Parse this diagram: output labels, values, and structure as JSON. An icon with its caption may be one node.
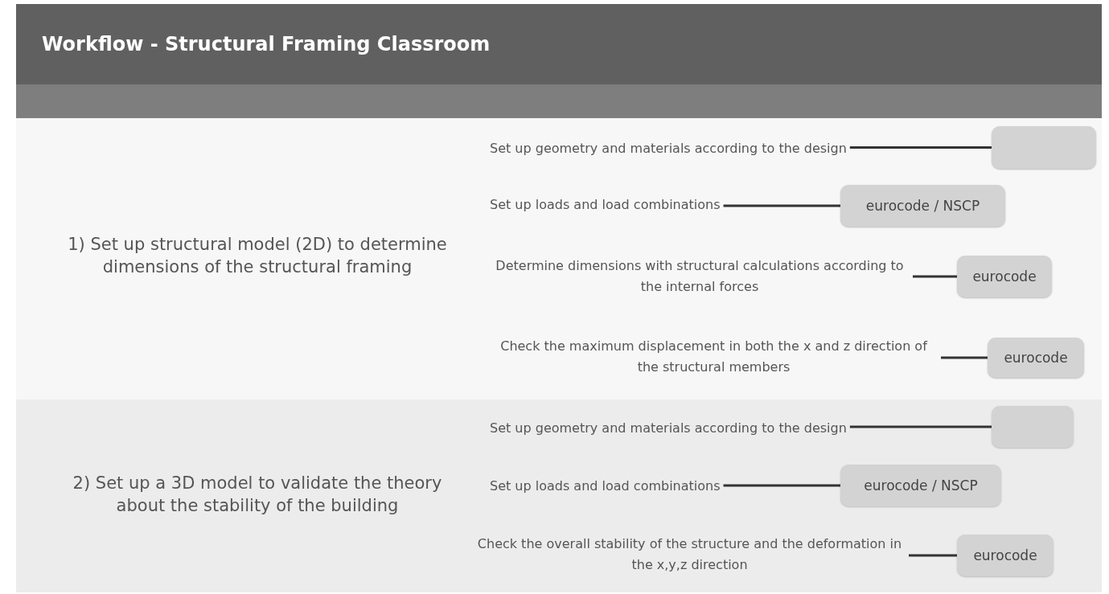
{
  "diagram": {
    "title": "Workflow - Structural Framing Classroom",
    "nodes": [
      {
        "text": [
          "1) Set up structural model (2D) to determine dimensions of the structural framing"
        ]
      },
      {
        "text": [
          "Set up geometry and materials according to the design"
        ],
        "in": 0
      },
      {
        "text": [],
        "shape": "box",
        "in": 0
      },
      {
        "text": [
          "Set up loads and load combinations"
        ],
        "in": 0
      },
      {
        "text": [
          "eurocode / NSCP"
        ],
        "in": 0
      },
      {
        "text": [
          "Determine dimensions with structural calculations according to the internal forces"
        ],
        "in": 0
      },
      {
        "text": [
          "eurocode"
        ],
        "in": 0
      },
      {
        "text": [
          "Check the maximum displacement in both the x and z direction of the structural members"
        ],
        "in": 0
      },
      {
        "text": [
          "eurocode"
        ],
        "in": 0
      },
      {
        "text": [
          "2) Set up a 3D model to validate the theory about the stability of the building"
        ]
      },
      {
        "text": [
          "Set up geometry and materials according to the design"
        ],
        "in": 9
      },
      {
        "text": [],
        "shape": "box",
        "in": 9
      },
      {
        "text": [
          "Set up loads and load combinations"
        ],
        "in": 9
      },
      {
        "text": [
          "eurocode / NSCP"
        ],
        "in": 9
      },
      {
        "text": [
          "Check the overall stability of the structure and the deformation in the x,y,z direction"
        ],
        "in": 9
      },
      {
        "text": [
          "eurocode"
        ],
        "in": 9
      }
    ],
    "edges": [
      {
        "from": 1,
        "to": 2,
        "arrow": "none"
      },
      {
        "from": 3,
        "to": 4,
        "arrow": "none"
      },
      {
        "from": 5,
        "to": 6,
        "arrow": "none"
      },
      {
        "from": 7,
        "to": 8,
        "arrow": "none"
      },
      {
        "from": 10,
        "to": 11,
        "arrow": "none"
      },
      {
        "from": 12,
        "to": 13,
        "arrow": "none"
      },
      {
        "from": 14,
        "to": 15,
        "arrow": "none"
      }
    ]
  }
}
